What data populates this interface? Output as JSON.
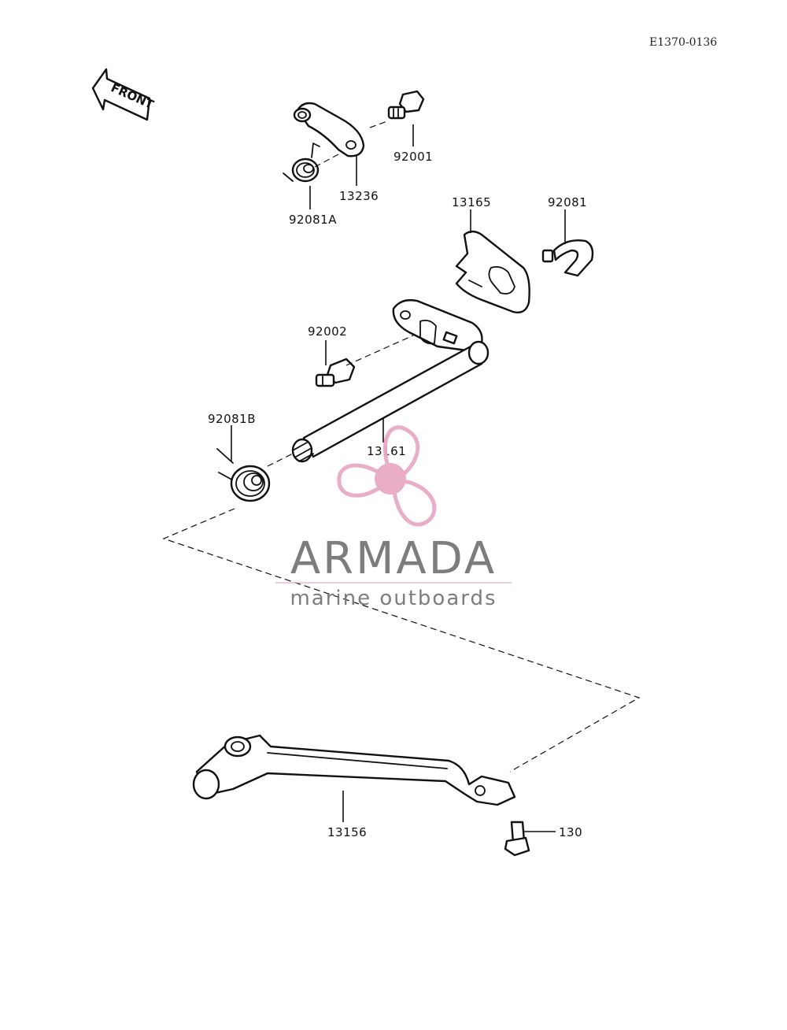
{
  "diagram": {
    "ref_code": "E1370-0136",
    "front_label": "FRONT",
    "labels": {
      "p92001": "92001",
      "p13236": "13236",
      "p92081A": "92081A",
      "p13165": "13165",
      "p92081": "92081",
      "p92002": "92002",
      "p92081B": "92081B",
      "p13161": "13161",
      "p13156": "13156",
      "p130": "130"
    }
  },
  "watermark": {
    "name": "ARMADA",
    "tagline": "marine outboards",
    "accent_color": "#e9a9c6",
    "text_color": "#777777"
  }
}
